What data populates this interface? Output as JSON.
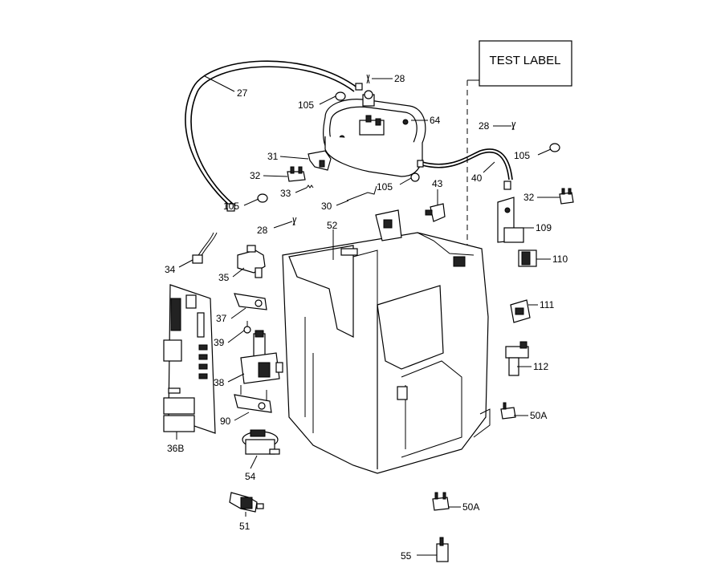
{
  "test_label": "TEST LABEL",
  "callouts": {
    "c27": "27",
    "c28a": "28",
    "c105a": "105",
    "c64": "64",
    "c28b": "28",
    "c105b": "105",
    "c31": "31",
    "c32a": "32",
    "c33": "33",
    "c105c": "105",
    "c105d": "105",
    "c40": "40",
    "c43": "43",
    "c32b": "32",
    "c30": "30",
    "c28c": "28",
    "c52": "52",
    "c109": "109",
    "c34": "34",
    "c35": "35",
    "c110": "110",
    "c37": "37",
    "c111": "111",
    "c39": "39",
    "c112": "112",
    "c38": "38",
    "c50a1": "50A",
    "c90": "90",
    "c36b": "36B",
    "c54": "54",
    "c50a2": "50A",
    "c51": "51",
    "c55": "55"
  },
  "colors": {
    "ink": "#000000",
    "paper": "#ffffff"
  }
}
